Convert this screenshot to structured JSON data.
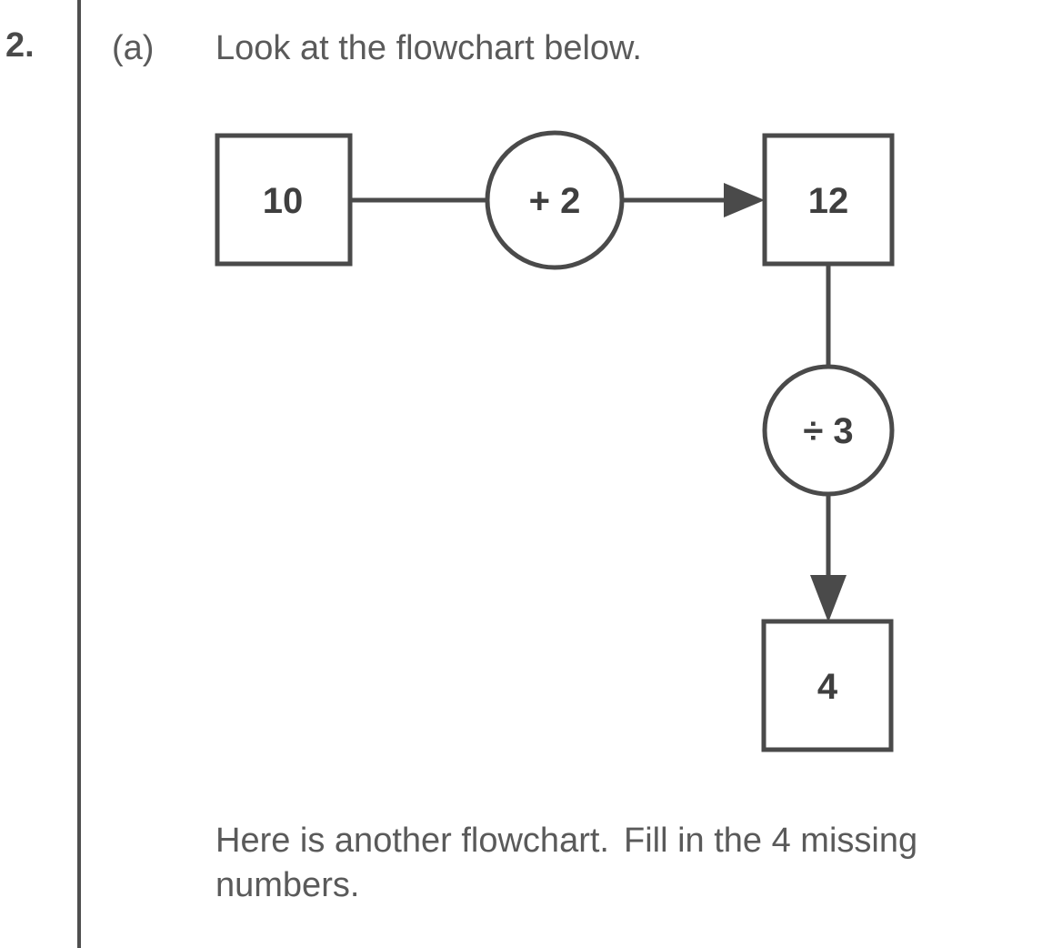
{
  "question": {
    "number": "2.",
    "part_label": "(a)",
    "prompt": "Look at the flowchart below.",
    "followup_line1": "Here is another flowchart.",
    "followup_line2": "Fill in the 4",
    "followup_line3": "missing numbers."
  },
  "flowchart": {
    "nodes": [
      {
        "id": "start-box",
        "kind": "box",
        "value": "10"
      },
      {
        "id": "op-add",
        "kind": "circle",
        "value": "+ 2"
      },
      {
        "id": "mid-box",
        "kind": "box",
        "value": "12"
      },
      {
        "id": "op-divide",
        "kind": "circle",
        "value": "÷ 3"
      },
      {
        "id": "end-box",
        "kind": "box",
        "value": "4"
      }
    ],
    "connectors": [
      {
        "from": "start-box",
        "to": "op-add",
        "arrow": false,
        "direction": "right"
      },
      {
        "from": "op-add",
        "to": "mid-box",
        "arrow": true,
        "direction": "right"
      },
      {
        "from": "mid-box",
        "to": "op-divide",
        "arrow": false,
        "direction": "down"
      },
      {
        "from": "op-divide",
        "to": "end-box",
        "arrow": true,
        "direction": "down"
      }
    ]
  },
  "colors": {
    "ink": "#4a4a4a",
    "text": "#5a5a5a",
    "paper": "#ffffff"
  }
}
